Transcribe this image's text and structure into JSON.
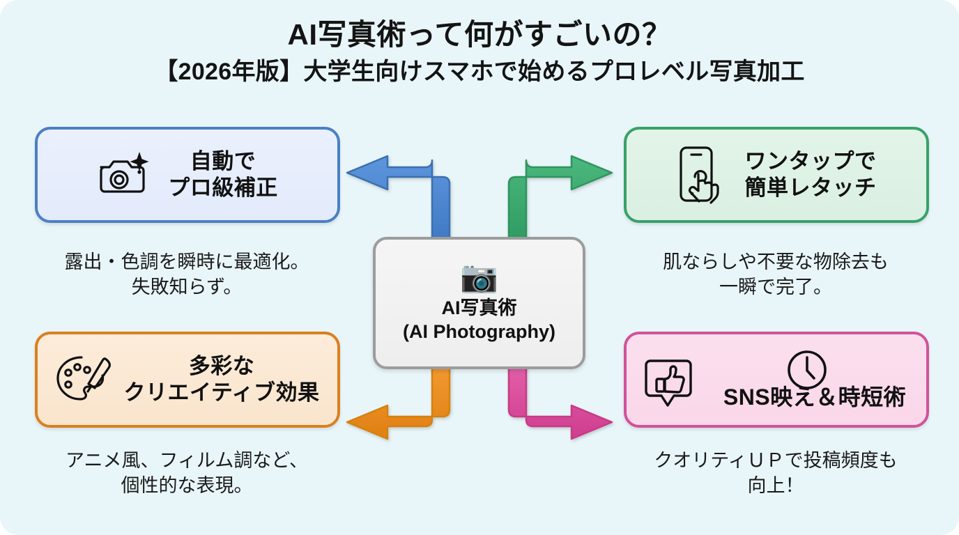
{
  "header": {
    "main_title": "AI写真術って何がすごいの？",
    "sub_title": "【2026年版】大学生向けスマホで始めるプロレベル写真加工"
  },
  "center": {
    "icon": "camera-emoji",
    "emoji": "📷",
    "label": "AI写真術\n(AI Photography)",
    "border_color": "#9c9c9c",
    "fill_color": "#f1f1f1"
  },
  "nodes": [
    {
      "id": "auto",
      "position": "top-left",
      "icon": "camera-sparkle-icon",
      "label": "自動で\nプロ級補正",
      "caption": "露出・色調を瞬時に最適化。\n失敗知らず。",
      "border_color": "#4a80c4",
      "fill_color": "#e8eefc",
      "arrow_color": "#4a80c4"
    },
    {
      "id": "tap",
      "position": "top-right",
      "icon": "phone-tap-icon",
      "label": "ワンタップで\n簡単レタッチ",
      "caption": "肌ならしや不要な物除去も\n一瞬で完了。",
      "border_color": "#38a169",
      "fill_color": "#e0f3e7",
      "arrow_color": "#3aa869"
    },
    {
      "id": "creative",
      "position": "bottom-left",
      "icon": "palette-brush-icon",
      "label": "多彩な\nクリエイティブ効果",
      "caption": "アニメ風、フィルム調など、\n個性的な表現。",
      "border_color": "#d98020",
      "fill_color": "#fcebd8",
      "arrow_color": "#e8902a"
    },
    {
      "id": "sns",
      "position": "bottom-right",
      "icon_primary": "thumbs-up-bubble-icon",
      "icon_secondary": "clock-icon",
      "label": "SNS映え＆時短術",
      "caption": "クオリティＵＰで投稿頻度も\n向上！",
      "border_color": "#d0539a",
      "fill_color": "#fbdcec",
      "arrow_color": "#d8469b"
    }
  ],
  "background": {
    "page_color": "#e9f6f9"
  }
}
